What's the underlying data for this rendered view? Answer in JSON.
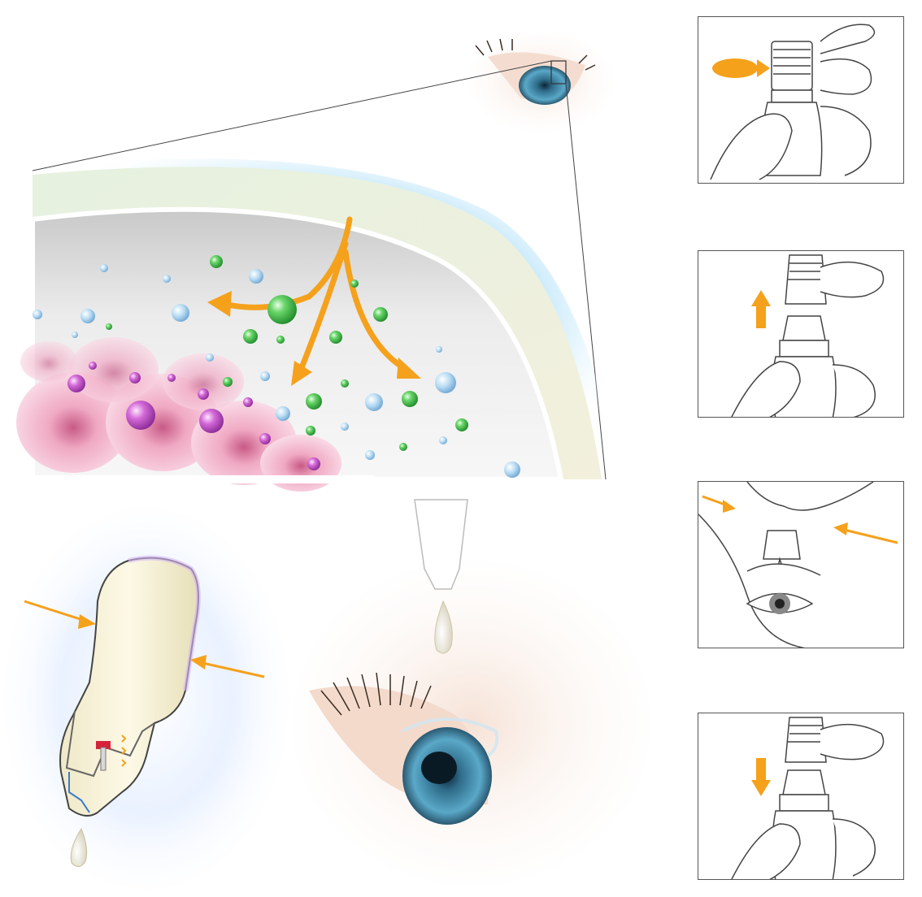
{
  "figure": {
    "kind": "illustration",
    "accent_color": "#f5a11c",
    "cell_color": "#f2b6cc",
    "molecule_colors": [
      "#3cb83c",
      "#8fc8ee",
      "#c050d0"
    ],
    "line_color": "#555555"
  },
  "steps": [
    {
      "icon": "twist-cap-arrow-icon",
      "direction": "rotate"
    },
    {
      "icon": "up-arrow-icon",
      "direction": "up"
    },
    {
      "icon": "squeeze-arrows-icon",
      "direction": "inward"
    },
    {
      "icon": "down-arrow-icon",
      "direction": "down"
    }
  ]
}
